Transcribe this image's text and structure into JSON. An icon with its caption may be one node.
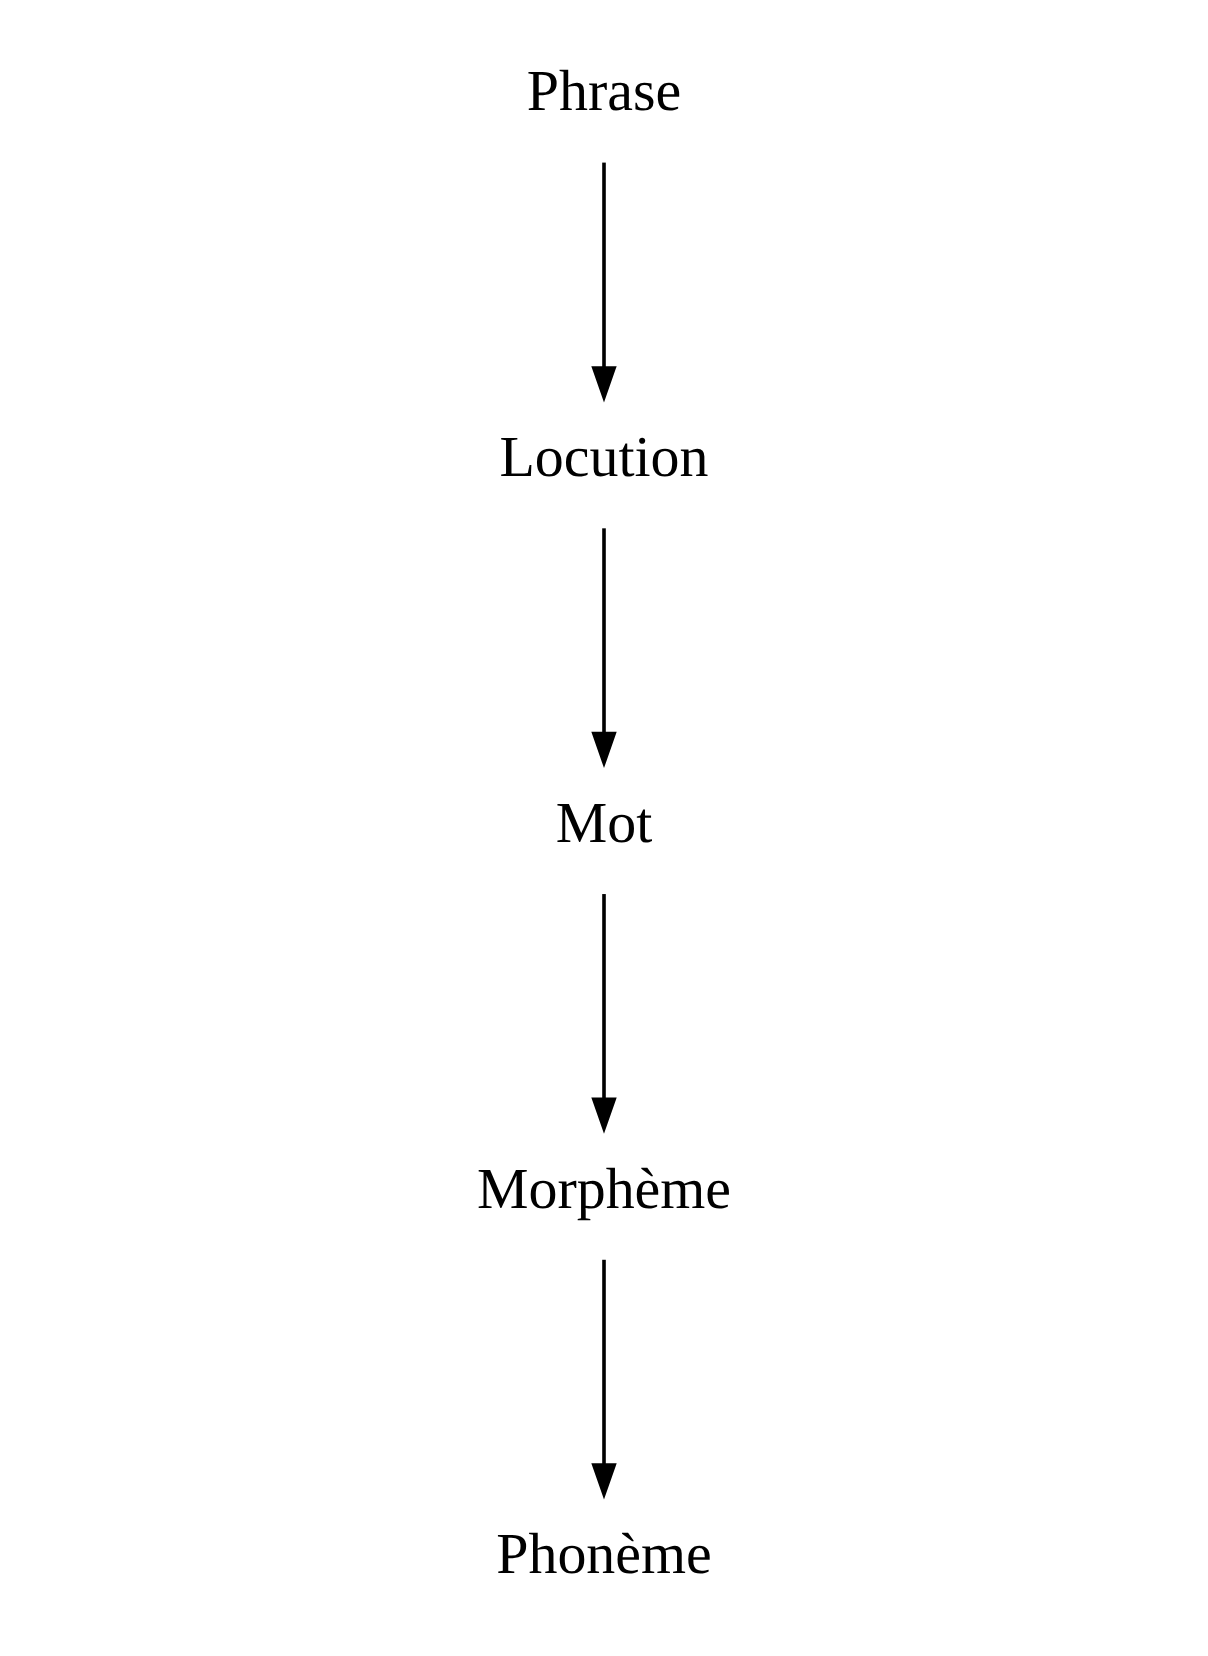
{
  "diagram": {
    "nodes": [
      {
        "text": [
          "Phrase"
        ]
      },
      {
        "text": [
          "Locution"
        ]
      },
      {
        "text": [
          "Mot"
        ]
      },
      {
        "text": [
          "Morphème"
        ]
      },
      {
        "text": [
          "Phonème"
        ]
      }
    ],
    "edges": [
      {
        "from": 0,
        "to": 1,
        "arrow": "to"
      },
      {
        "from": 1,
        "to": 2,
        "arrow": "to"
      },
      {
        "from": 2,
        "to": 3,
        "arrow": "to"
      },
      {
        "from": 3,
        "to": 4,
        "arrow": "to"
      }
    ]
  }
}
